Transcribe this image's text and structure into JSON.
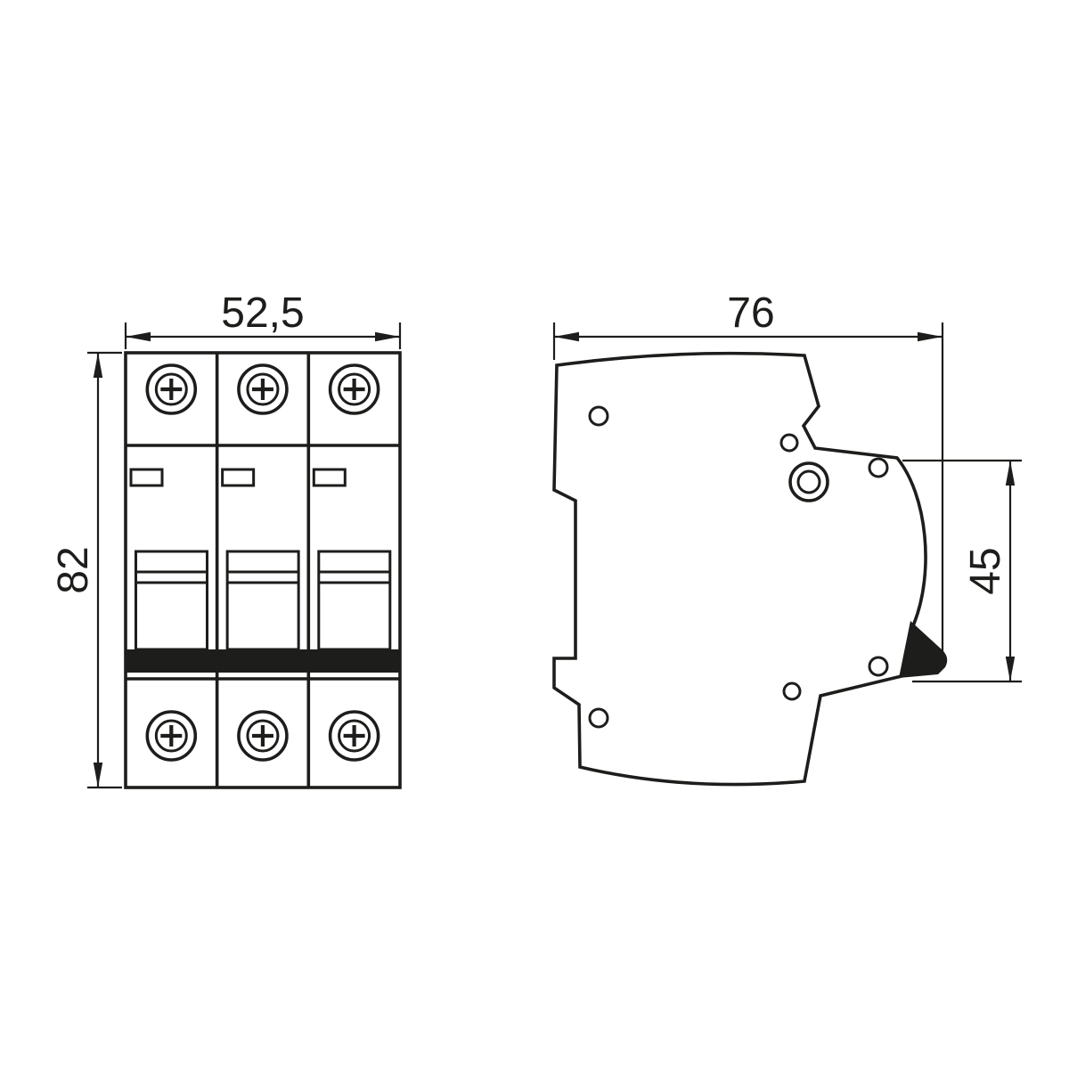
{
  "drawing": {
    "colors": {
      "line": "#1d1d1b",
      "background": "#ffffff"
    },
    "front_view": {
      "pole_count": 3,
      "width_dimension": "52,5",
      "height_dimension": "82"
    },
    "side_view": {
      "depth_dimension": "76",
      "front_height_dimension": "45"
    }
  }
}
